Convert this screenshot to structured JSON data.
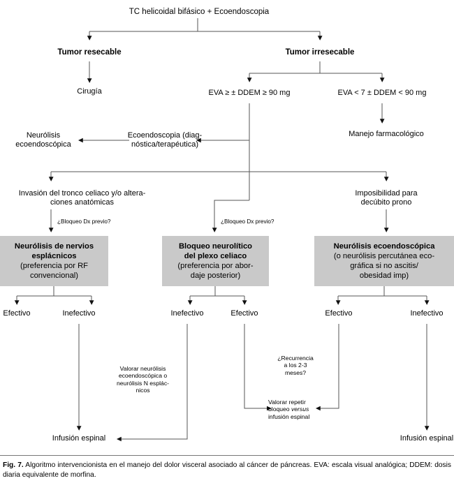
{
  "figure": {
    "caption_label": "Fig. 7.",
    "caption_text": " Algoritmo intervencionista en el manejo del dolor visceral asociado al cáncer de páncreas. EVA: escala visual analógica; DDEM: dosis diaria equivalente de morfina.",
    "accent_box_color": "#c9c9c9",
    "line_color": "#555555"
  },
  "nodes": {
    "root": "TC helicoidal bifásico + Ecoendoscopia",
    "tumor_resecable": "Tumor resecable",
    "tumor_irresecable": "Tumor irresecable",
    "cirugia": "Cirugía",
    "eva_alta": "EVA ≥ ± DDEM ≥ 90 mg",
    "eva_baja": "EVA < 7 ± DDEM < 90 mg",
    "manejo_farmacologico": "Manejo farmacológico",
    "ecoendoscopia_diag_l1": "Ecoendoscopia (diag-",
    "ecoendoscopia_diag_l2": "nóstica/terapéutica)",
    "neurolisis_eco_l1": "Neurólisis",
    "neurolisis_eco_l2": "ecoendoscópica",
    "invasion_l1": "Invasión del tronco celiaco y/o altera-",
    "invasion_l2": "ciones anatómicas",
    "imposibilidad_l1": "Imposibilidad para",
    "imposibilidad_l2": "decúbito prono",
    "bloqueo_dx_previo": "¿Bloqueo Dx previo?"
  },
  "gray_boxes": [
    {
      "id": "neurolisis-nervios-esplacnicos",
      "title_lines": [
        "Neurólisis de nervios",
        "esplácnicos"
      ],
      "sub_lines": [
        "(preferencia por RF",
        "convencional)"
      ]
    },
    {
      "id": "bloqueo-neurolitico-plexo-celiaco",
      "title_lines": [
        "Bloqueo neurolítico",
        "del plexo celiaco"
      ],
      "sub_lines": [
        "(preferencia por abor-",
        "daje posterior)"
      ]
    },
    {
      "id": "neurolisis-ecoendoscopica",
      "title_lines": [
        "Neurólisis ecoendoscópica"
      ],
      "sub_lines": [
        "(o neurólisis percutánea eco-",
        "gráfica si no ascitis/",
        "obesidad imp)"
      ]
    }
  ],
  "outcomes": [
    {
      "id": "outcome-1",
      "label": "Efectivo"
    },
    {
      "id": "outcome-2",
      "label": "Inefectivo"
    },
    {
      "id": "outcome-3",
      "label": "Inefectivo"
    },
    {
      "id": "outcome-4",
      "label": "Efectivo"
    },
    {
      "id": "outcome-5",
      "label": "Efectivo"
    },
    {
      "id": "outcome-6",
      "label": "Inefectivo"
    }
  ],
  "annotations": {
    "valorar_neurolisis": [
      "Valorar neurólisis",
      "ecoendoscópica o",
      "neurólisis N esplác-",
      "nicos"
    ],
    "recurrencia": [
      "¿Recurrencia",
      "a los 2-3",
      "meses?"
    ],
    "valorar_repetir_l1": "Valorar repetir",
    "valorar_repetir_l2_a": "bloqueo ",
    "valorar_repetir_l2_em": "versus",
    "valorar_repetir_l3": "infusión espinal"
  },
  "terminals": {
    "infusion_left": "Infusión espinal",
    "infusion_right": "Infusión espinal"
  }
}
